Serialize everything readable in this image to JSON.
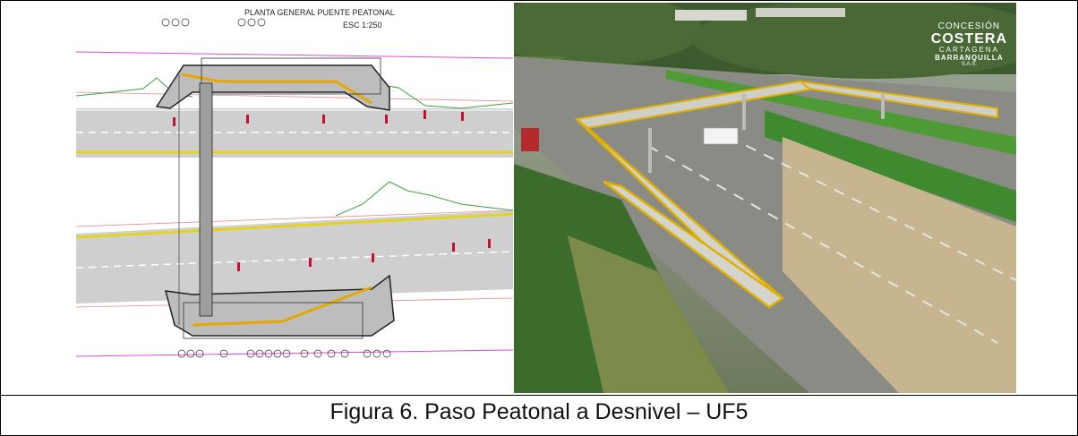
{
  "caption": "Figura 6. Paso Peatonal a Desnivel – UF5",
  "plan": {
    "title_line1": "PLANTA GENERAL PUENTE PEATONAL",
    "title_line2": "ESC 1:250"
  },
  "logo": {
    "line1": "CONCESIÓN",
    "line2": "COSTERA",
    "line3": "CARTAGENA",
    "line4": "BARRANQUILLA",
    "line5": "S.A.S."
  }
}
